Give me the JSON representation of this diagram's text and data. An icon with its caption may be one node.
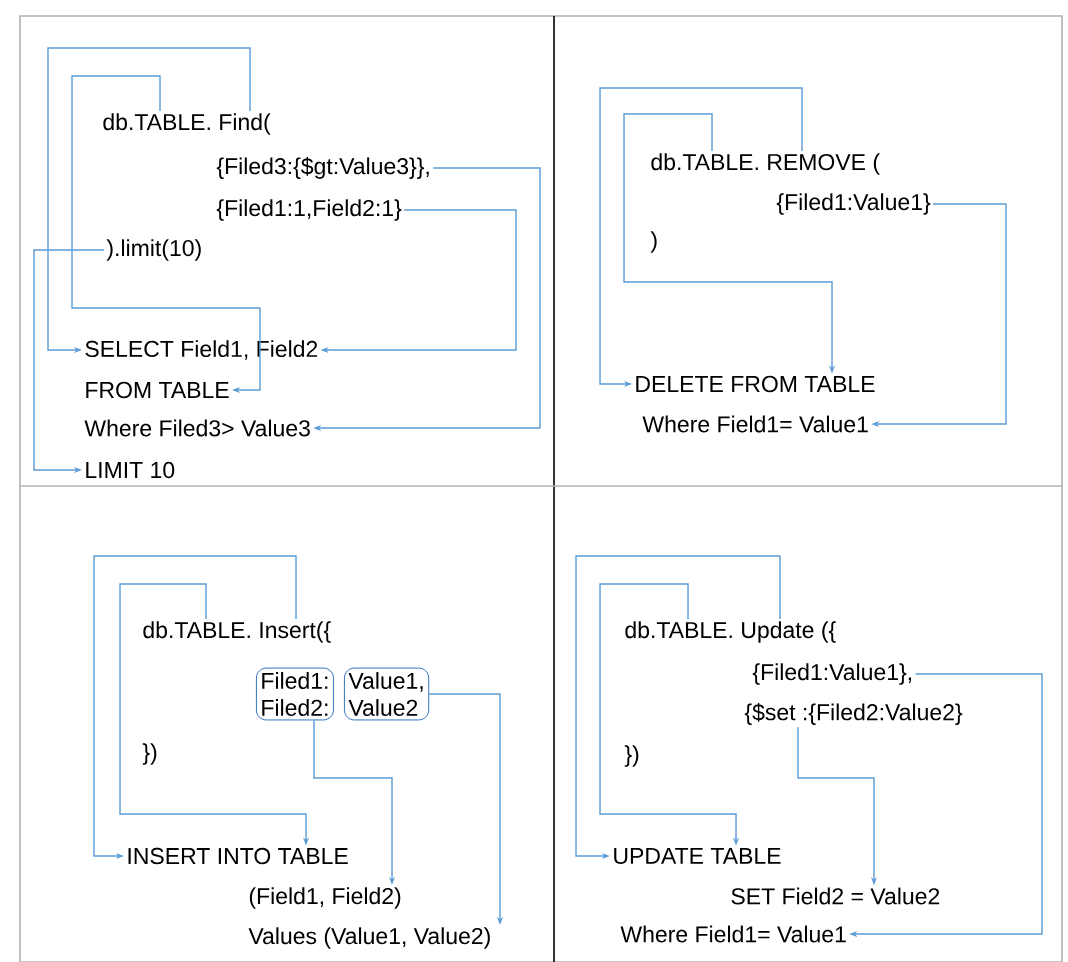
{
  "diagram": {
    "nodes": [
      {
        "text": [
          "db.TABLE. Find("
        ]
      },
      {
        "text": [
          "{Filed3:{$gt:Value3}},"
        ]
      },
      {
        "text": [
          "{Filed1:1,Field2:1}"
        ]
      },
      {
        "text": [
          ").limit(10)"
        ]
      },
      {
        "text": [
          "SELECT Field1, Field2"
        ]
      },
      {
        "text": [
          "FROM TABLE"
        ]
      },
      {
        "text": [
          "Where Filed3> Value3"
        ]
      },
      {
        "text": [
          "LIMIT 10"
        ]
      },
      {
        "text": [
          "db.TABLE. REMOVE ("
        ]
      },
      {
        "text": [
          "{Filed1:Value1}"
        ]
      },
      {
        "text": [
          ")"
        ]
      },
      {
        "text": [
          "DELETE FROM TABLE"
        ]
      },
      {
        "text": [
          "Where Field1= Value1"
        ]
      },
      {
        "text": [
          "db.TABLE. Insert({"
        ]
      },
      {
        "text": [
          "Filed1:",
          "Filed2:"
        ]
      },
      {
        "text": [
          "Value1,",
          "Value2"
        ]
      },
      {
        "text": [
          "})"
        ]
      },
      {
        "text": [
          "INSERT INTO TABLE"
        ]
      },
      {
        "text": [
          "(Field1, Field2)"
        ]
      },
      {
        "text": [
          "Values (Value1, Value2)"
        ]
      },
      {
        "text": [
          "db.TABLE. Update ({"
        ]
      },
      {
        "text": [
          "{Filed1:Value1},"
        ]
      },
      {
        "text": [
          "{$set :{Filed2:Value2}"
        ]
      },
      {
        "text": [
          "})"
        ]
      },
      {
        "text": [
          "UPDATE TABLE"
        ]
      },
      {
        "text": [
          "SET Field2 = Value2"
        ]
      },
      {
        "text": [
          "Where Field1= Value1"
        ]
      }
    ],
    "edges": [
      {
        "from": 0,
        "to": 5,
        "arrow": "to"
      },
      {
        "from": 0,
        "to": 4,
        "arrow": "to"
      },
      {
        "from": 1,
        "to": 6,
        "arrow": "to"
      },
      {
        "from": 2,
        "to": 4,
        "arrow": "to"
      },
      {
        "from": 3,
        "to": 7,
        "arrow": "to"
      },
      {
        "from": 8,
        "to": 11,
        "arrow": "to"
      },
      {
        "from": 8,
        "to": 11,
        "arrow": "to"
      },
      {
        "from": 9,
        "to": 12,
        "arrow": "to"
      },
      {
        "from": 13,
        "to": 17,
        "arrow": "to"
      },
      {
        "from": 13,
        "to": 17,
        "arrow": "to"
      },
      {
        "from": 14,
        "to": 18,
        "arrow": "to"
      },
      {
        "from": 15,
        "to": 19,
        "arrow": "to"
      },
      {
        "from": 20,
        "to": 24,
        "arrow": "to"
      },
      {
        "from": 20,
        "to": 24,
        "arrow": "to"
      },
      {
        "from": 21,
        "to": 26,
        "arrow": "to"
      },
      {
        "from": 22,
        "to": 25,
        "arrow": "to"
      }
    ]
  }
}
